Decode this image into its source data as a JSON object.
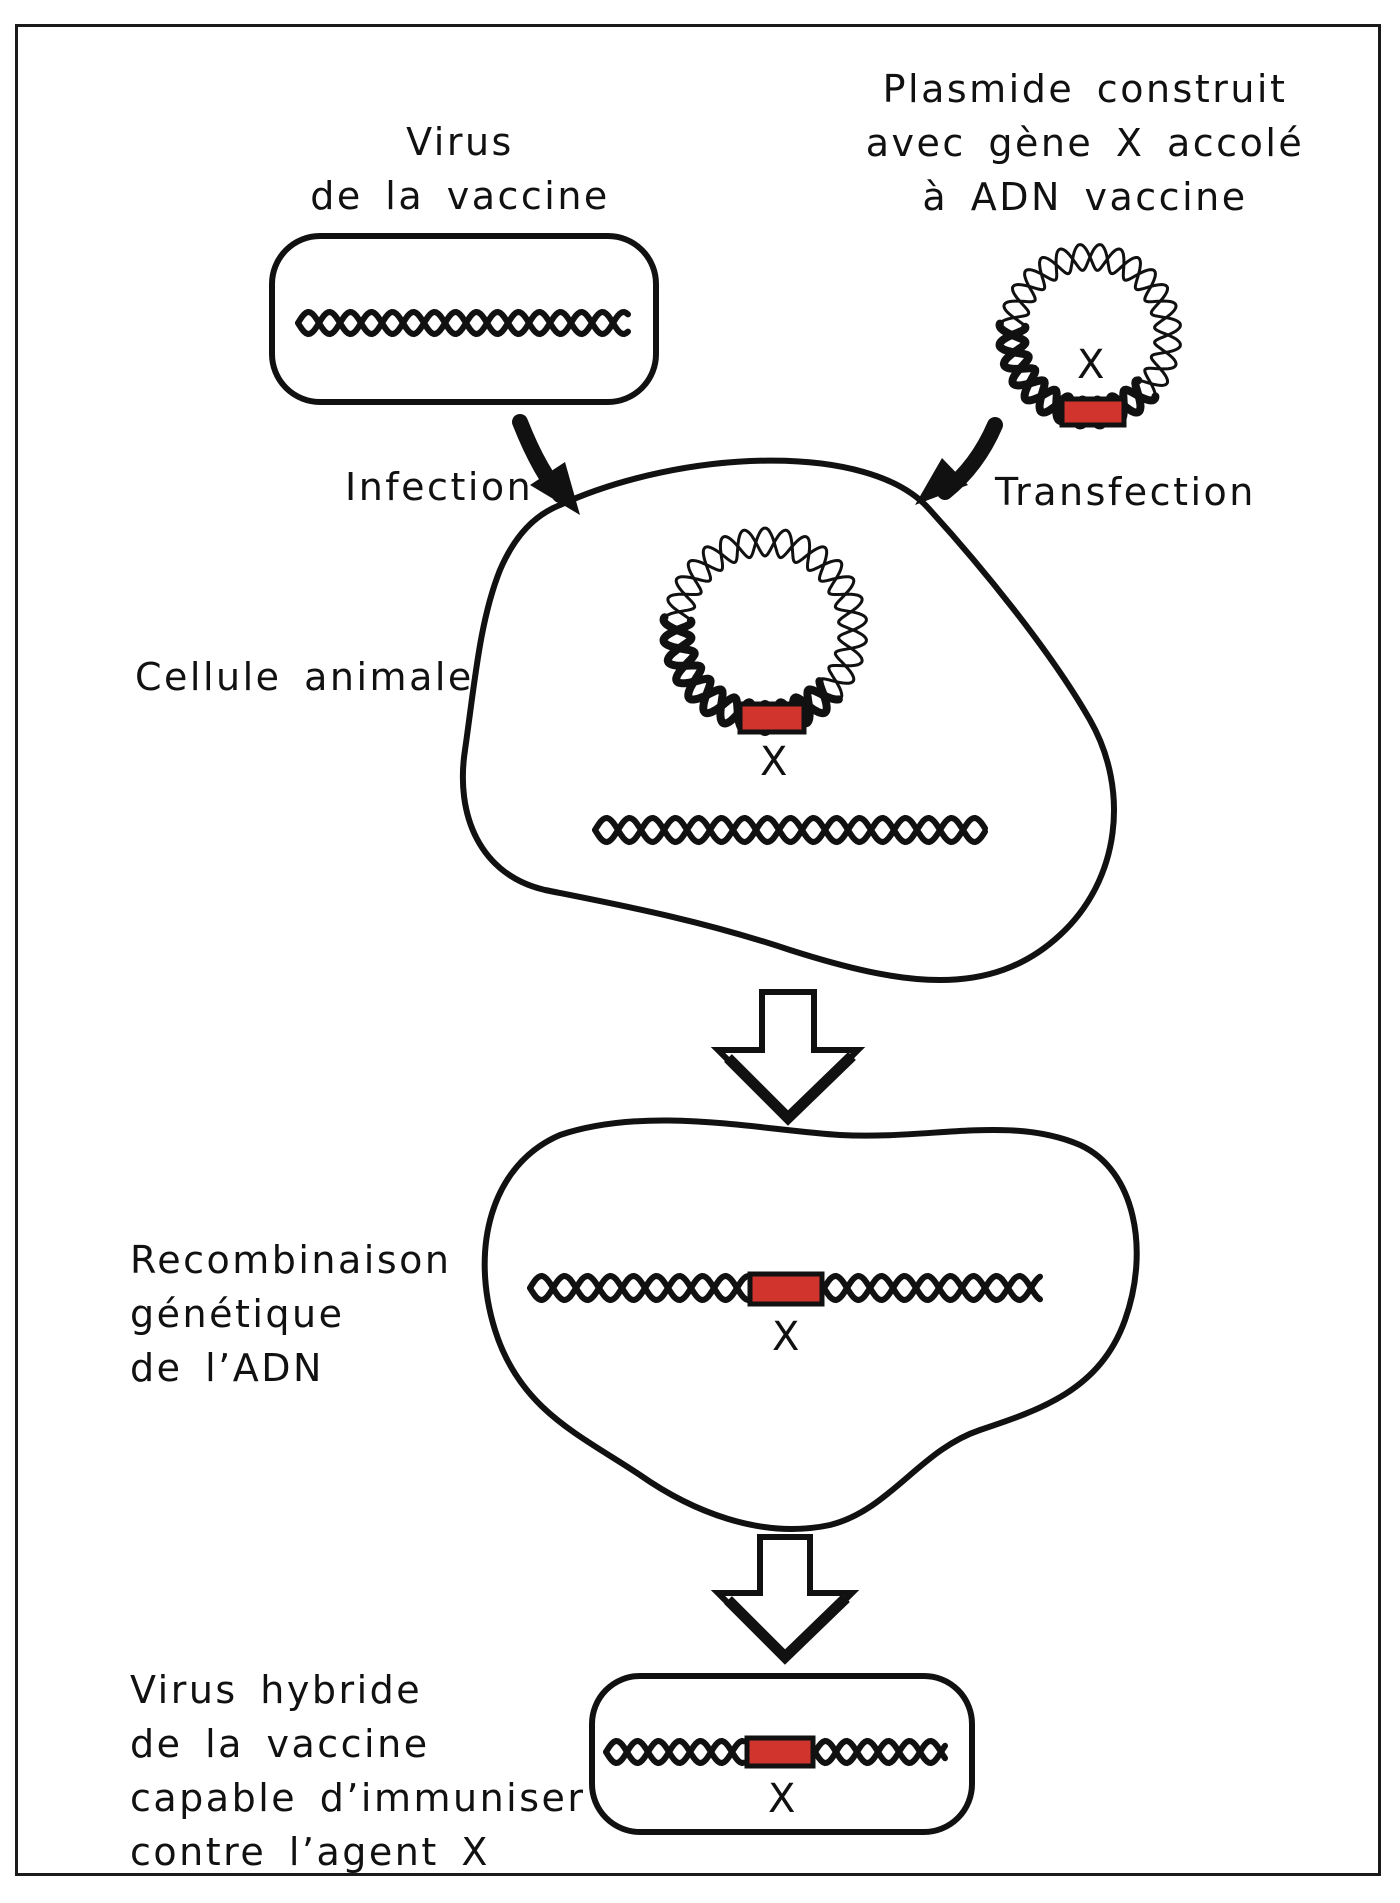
{
  "labels": {
    "virus": [
      "Virus",
      "de la vaccine"
    ],
    "plasmid": [
      "Plasmide construit",
      "avec gène X accolé",
      "à ADN vaccine"
    ],
    "infection": "Infection",
    "transfection": "Transfection",
    "cell": "Cellule animale",
    "recombination": [
      "Recombinaison",
      "génétique",
      "de l’ADN"
    ],
    "hybrid": [
      "Virus hybride",
      "de la vaccine",
      "capable d’immuniser",
      "contre l’agent X"
    ],
    "gene_marker": "X"
  },
  "colors": {
    "gene_x": "#d0342c",
    "ink": "#111111"
  }
}
